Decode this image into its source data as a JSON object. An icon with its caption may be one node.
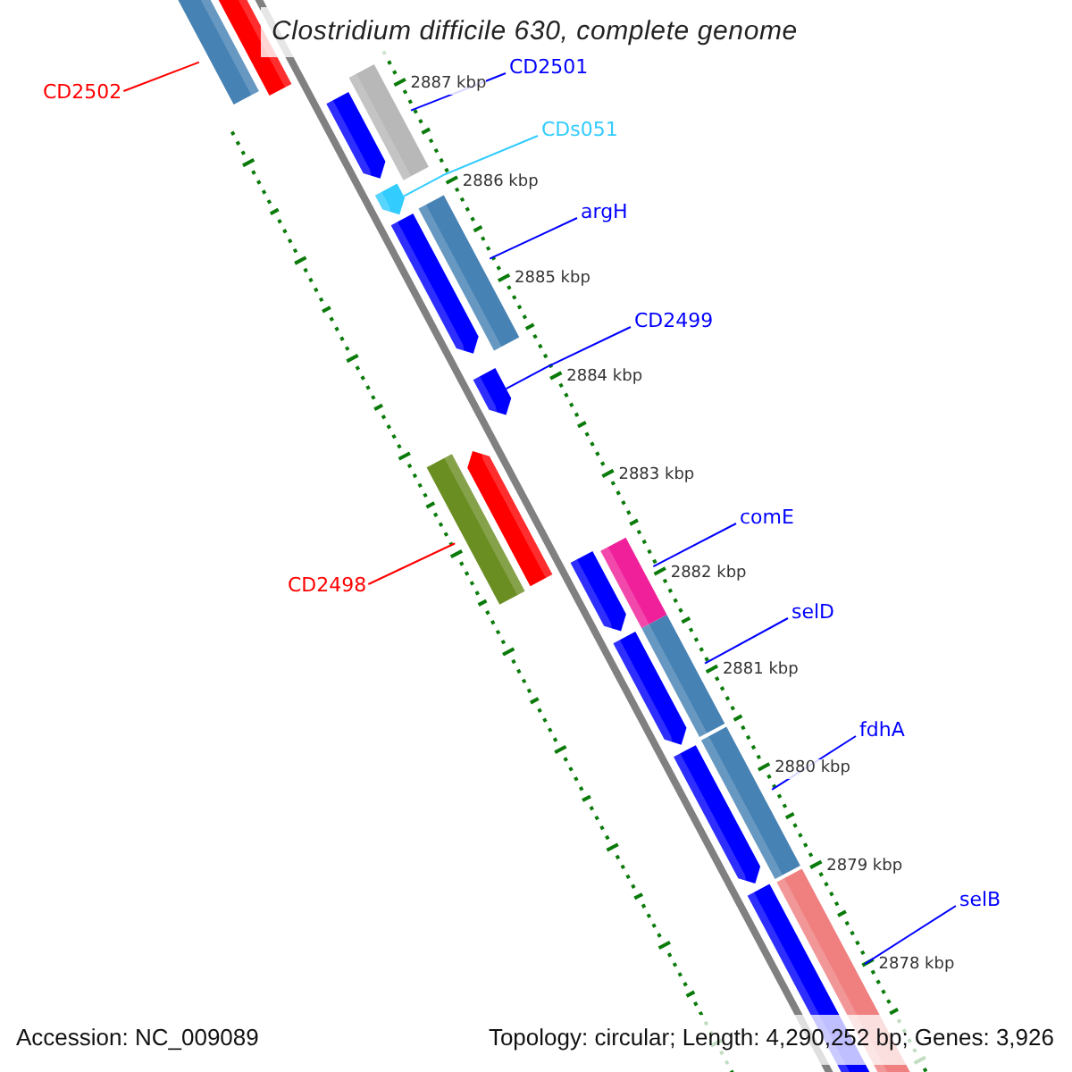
{
  "diagram": {
    "title": "Clostridium difficile 630, complete genome",
    "nodes": [
      {
        "text": [
          "CD2502"
        ]
      },
      {
        "text": [],
        "shape": "bar"
      },
      {
        "text": [
          "CD2501"
        ]
      },
      {
        "text": [],
        "shape": "bar"
      },
      {
        "text": [
          "CDs051"
        ]
      },
      {
        "text": [],
        "shape": "bar"
      },
      {
        "text": [
          "argH"
        ]
      },
      {
        "text": [],
        "shape": "bar"
      },
      {
        "text": [
          "CD2499"
        ]
      },
      {
        "text": [],
        "shape": "bar"
      },
      {
        "text": [
          "CD2498"
        ]
      },
      {
        "text": [],
        "shape": "bar"
      },
      {
        "text": [
          "comE"
        ]
      },
      {
        "text": [],
        "shape": "bar"
      },
      {
        "text": [
          "selD"
        ]
      },
      {
        "text": [],
        "shape": "bar"
      },
      {
        "text": [
          "fdhA"
        ]
      },
      {
        "text": [],
        "shape": "bar"
      },
      {
        "text": [
          "selB"
        ]
      },
      {
        "text": [],
        "shape": "bar"
      }
    ],
    "edges": [
      {
        "from": 0,
        "to": 1,
        "arrow": "none",
        "color": "#ff0000"
      },
      {
        "from": 2,
        "to": 3,
        "arrow": "none"
      },
      {
        "from": 4,
        "to": 5,
        "arrow": "none",
        "color": "#33ccff"
      },
      {
        "from": 6,
        "to": 7,
        "arrow": "none"
      },
      {
        "from": 8,
        "to": 9,
        "arrow": "none"
      },
      {
        "from": 10,
        "to": 11,
        "arrow": "none",
        "color": "#ff0000"
      },
      {
        "from": 12,
        "to": 13,
        "arrow": "none"
      },
      {
        "from": 14,
        "to": 15,
        "arrow": "none"
      },
      {
        "from": 16,
        "to": 17,
        "arrow": "none"
      },
      {
        "from": 18,
        "to": 19,
        "arrow": "none"
      }
    ],
    "labels": [
      "2887 kbp",
      "2886 kbp",
      "2885 kbp",
      "2884 kbp",
      "2883 kbp",
      "2882 kbp",
      "2881 kbp",
      "2880 kbp",
      "2879 kbp",
      "2878 kbp",
      "Accession: NC_009089",
      "Topology: circular; Length: 4,290,252 bp; Genes: 3,926"
    ]
  }
}
